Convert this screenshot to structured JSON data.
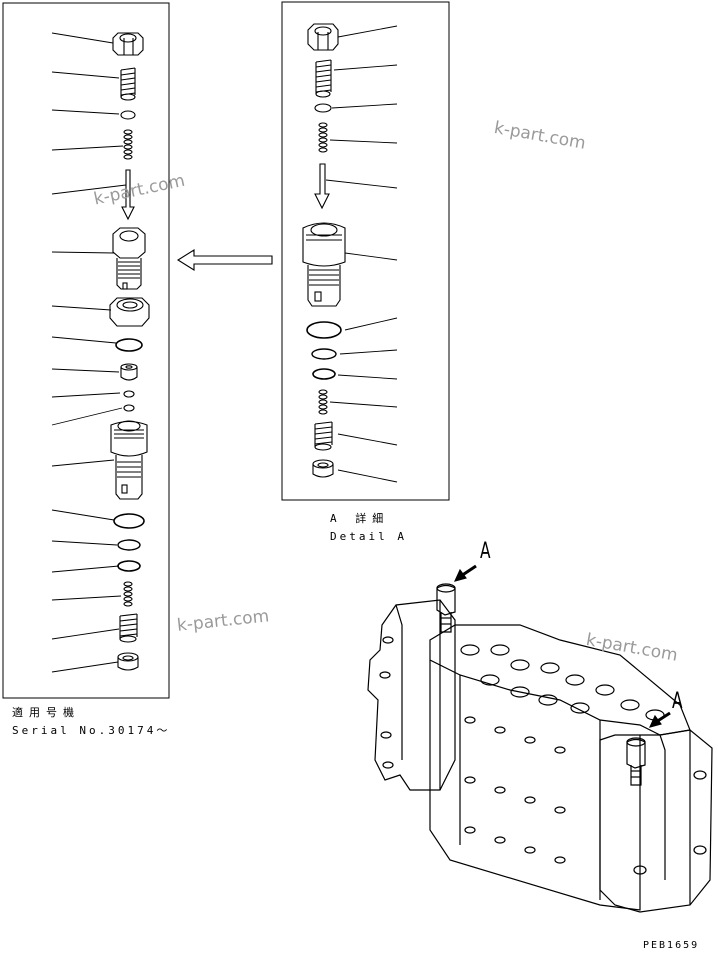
{
  "left_panel": {
    "caption_jp": "適用号機",
    "caption_en": "Serial No.30174～"
  },
  "detail_panel": {
    "caption_jp": "A 詳細",
    "caption_en": "Detail A"
  },
  "callouts": {
    "view_label_top": "A",
    "view_label_right": "A"
  },
  "watermarks": [
    "k-part.com",
    "k-part.com",
    "k-part.com",
    "k-part.com"
  ],
  "drawing_code": "PEB1659"
}
